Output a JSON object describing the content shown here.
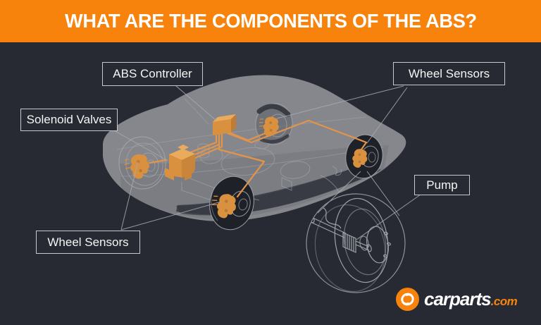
{
  "header": {
    "title": "WHAT ARE THE COMPONENTS OF THE ABS?"
  },
  "labels": {
    "abs_controller": "ABS Controller",
    "wheel_sensors_top": "Wheel Sensors",
    "solenoid_valves": "Solenoid Valves",
    "wheel_sensors_bottom": "Wheel Sensors",
    "pump": "Pump"
  },
  "logo": {
    "name": "carparts",
    "tld": ".com"
  },
  "colors": {
    "accent_orange": "#F7830C",
    "component_orange": "#D9903F",
    "brake_line_orange": "#E2944A",
    "background": "#272A33",
    "car_gray": "#85878C",
    "line_gray": "#A8ABB0",
    "label_border": "#C6C8CB"
  }
}
